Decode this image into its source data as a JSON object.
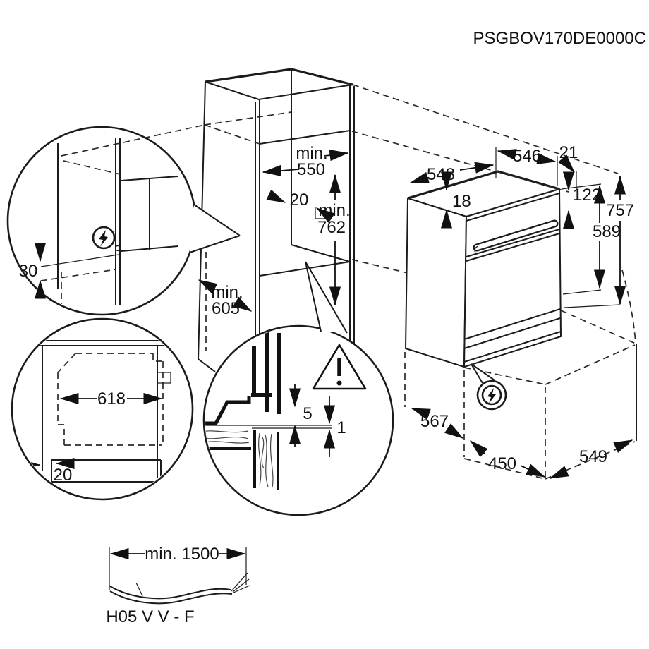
{
  "title": "PSGBOV170DE0000C",
  "icons": {
    "electrical": "lightning-bolt-in-circle",
    "warning": "exclamation-triangle"
  },
  "cabinet": {
    "niche_width_min": "min.",
    "niche_width": "550",
    "partition_thickness": "20",
    "niche_height_min": "min.",
    "niche_height": "762",
    "lower_niche_depth_min": "min.",
    "lower_niche_depth": "605"
  },
  "oven": {
    "overall_width": "548",
    "carcass_width": "546",
    "panel_overhang": "21",
    "top_clearance": "18",
    "panel_height": "122",
    "overall_height": "757",
    "door_height": "589",
    "overall_depth": "567",
    "lower_depth": "450",
    "lower_width": "549"
  },
  "details": {
    "rear_gap": "30",
    "side_depth": "618",
    "plinth_recess": "20",
    "top_gap": "5",
    "front_clearance": "1"
  },
  "cable": {
    "min_label": "min. 1500",
    "type": "H05 V V - F"
  }
}
